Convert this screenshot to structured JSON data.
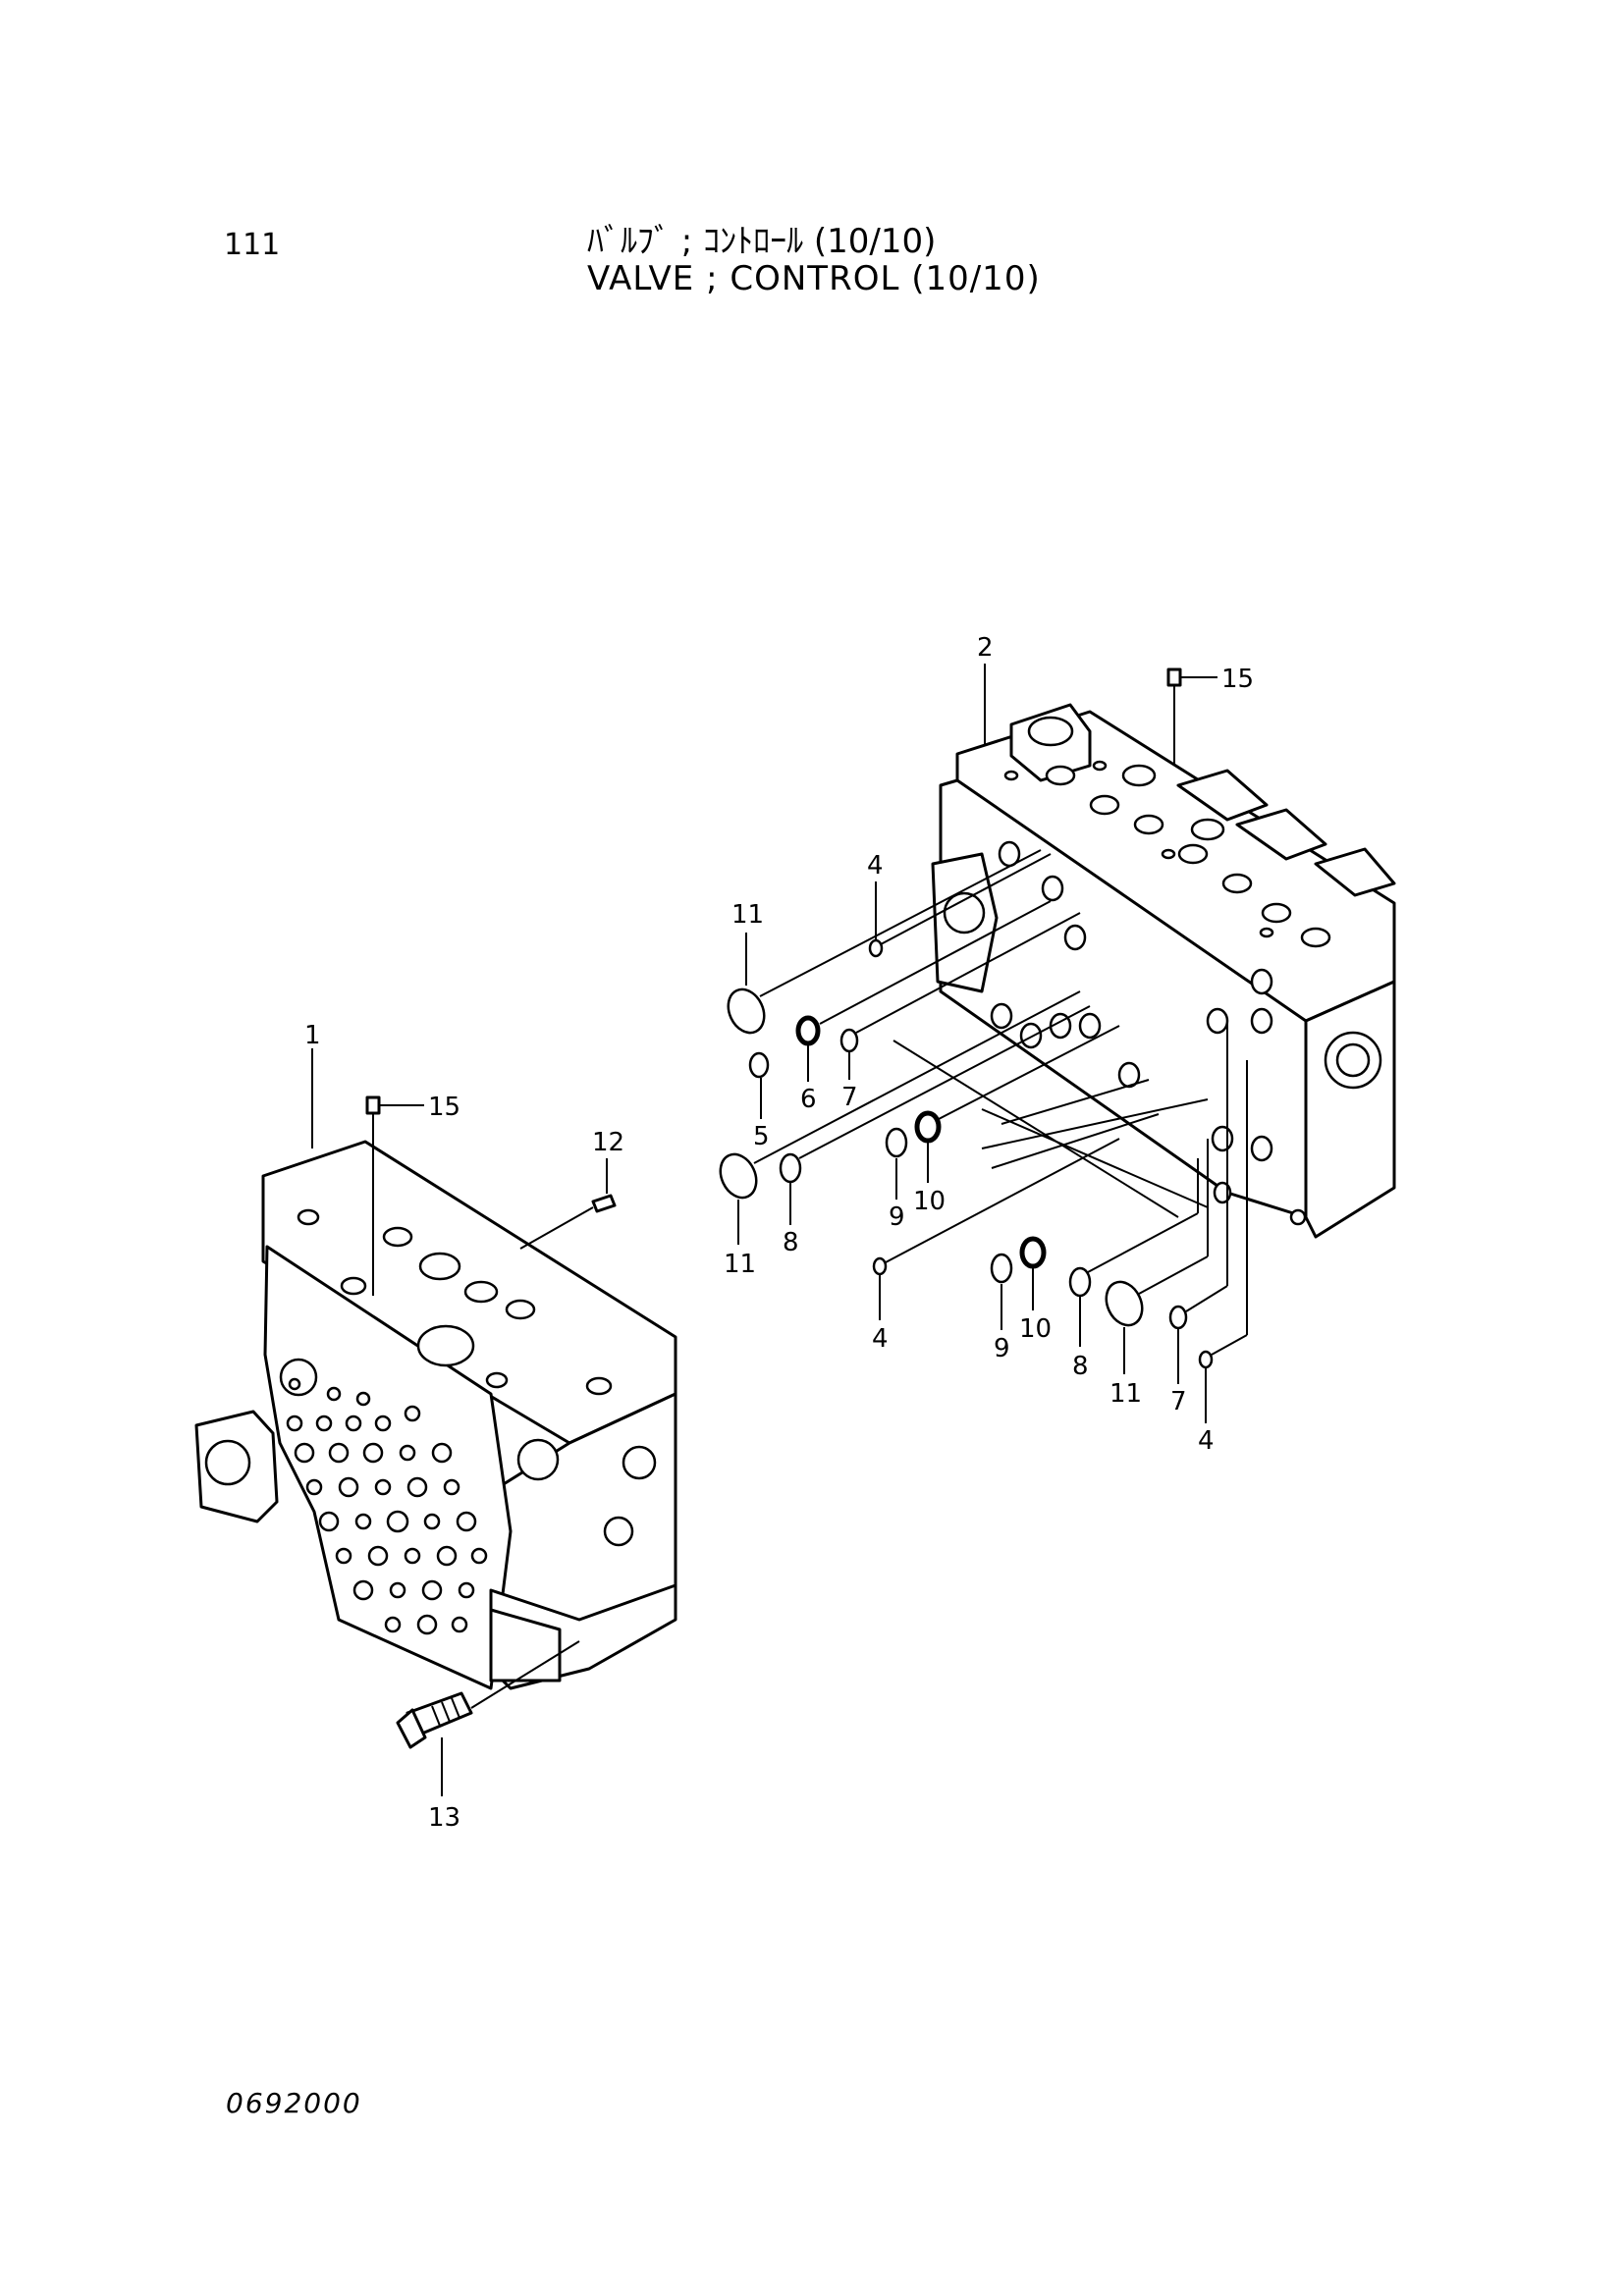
{
  "header": {
    "page_number": "111",
    "title_jp": "ﾊﾞﾙﾌﾞ ; ｺﾝﾄﾛｰﾙ (10/10)",
    "title_en": "VALVE ; CONTROL (10/10)"
  },
  "footer": {
    "drawing_number": "0692000"
  },
  "callouts": {
    "c1": "1",
    "c2": "2",
    "c4a": "4",
    "c4b": "4",
    "c4c": "4",
    "c5": "5",
    "c6": "6",
    "c7a": "7",
    "c7b": "7",
    "c8a": "8",
    "c8b": "8",
    "c9a": "9",
    "c9b": "9",
    "c10a": "10",
    "c10b": "10",
    "c11a": "11",
    "c11b": "11",
    "c11c": "11",
    "c12": "12",
    "c13": "13",
    "c15a": "15",
    "c15b": "15"
  }
}
